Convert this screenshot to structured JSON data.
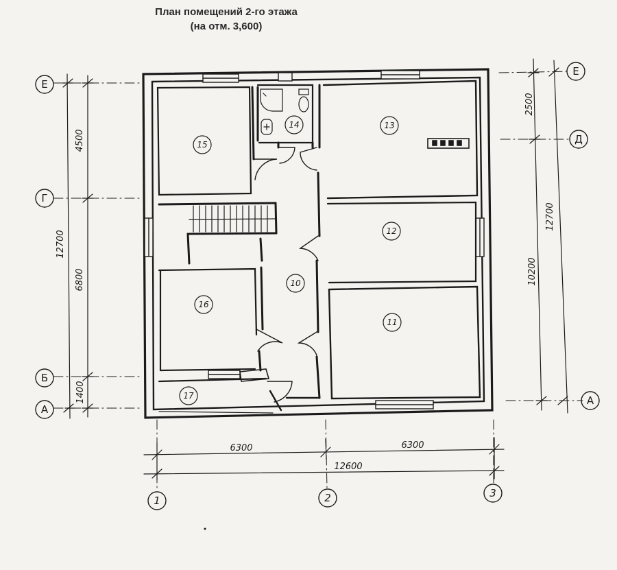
{
  "header": {
    "title": "План помещений 2-го этажа",
    "subtitle": "(на отм. 3,600)"
  },
  "axes_letters": {
    "E": "Е",
    "D": "Д",
    "G": "Г",
    "B": "Б",
    "A": "А"
  },
  "axes_numbers": {
    "n1": "1",
    "n2": "2",
    "n3": "3"
  },
  "dimensions": {
    "left_4500": "4500",
    "left_6800": "6800",
    "left_1400": "1400",
    "left_total": "12700",
    "right_2500": "2500",
    "right_10200": "10200",
    "right_total": "12700",
    "bottom_6300_left": "6300",
    "bottom_6300_right": "6300",
    "bottom_total": "12600"
  },
  "rooms": {
    "r10": "10",
    "r11": "11",
    "r12": "12",
    "r13": "13",
    "r14": "14",
    "r15": "15",
    "r16": "16",
    "r17": "17"
  },
  "colors": {
    "ink": "#1b1b1b",
    "paper": "#f4f3f0"
  }
}
